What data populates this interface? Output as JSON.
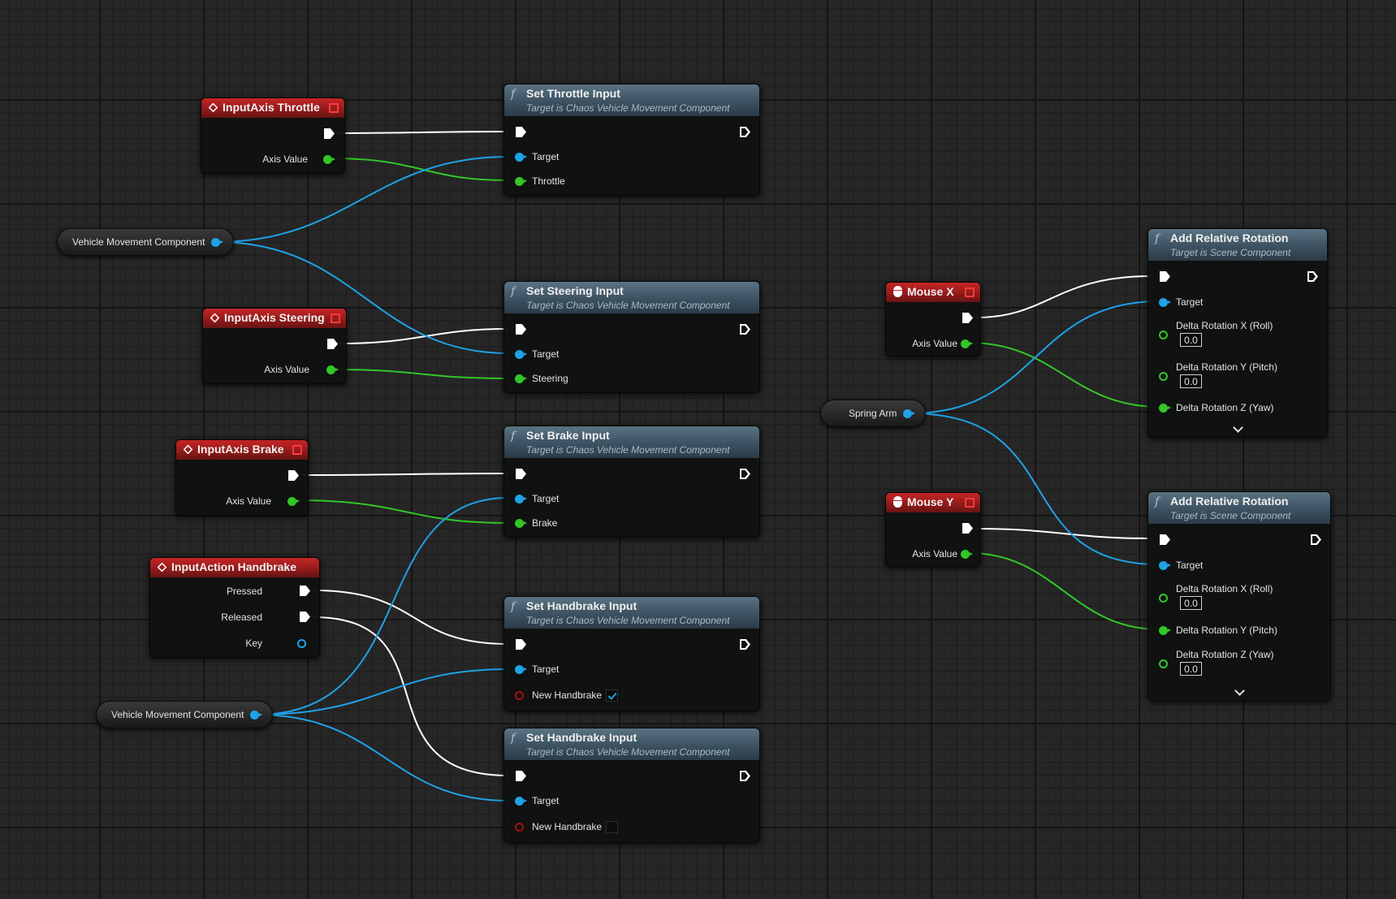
{
  "colors": {
    "exec_wire": "#ffffff",
    "object_pin": "#1fa2e6",
    "float_pin": "#32c628",
    "bool_pin": "#a81010",
    "event_header": "#a81e1e",
    "function_header": "#46606f"
  },
  "events": {
    "throttle": {
      "title": "InputAxis Throttle",
      "axis_label": "Axis Value"
    },
    "steering": {
      "title": "InputAxis Steering",
      "axis_label": "Axis Value"
    },
    "brake": {
      "title": "InputAxis Brake",
      "axis_label": "Axis Value"
    },
    "handbrake": {
      "title": "InputAction Handbrake",
      "pressed": "Pressed",
      "released": "Released",
      "key": "Key"
    },
    "mouse_x": {
      "title": "Mouse X",
      "axis_label": "Axis Value"
    },
    "mouse_y": {
      "title": "Mouse Y",
      "axis_label": "Axis Value"
    }
  },
  "variables": {
    "vmc_top": "Vehicle Movement Component",
    "vmc_bottom": "Vehicle Movement Component",
    "spring_arm": "Spring Arm"
  },
  "functions": {
    "set_throttle": {
      "title": "Set Throttle Input",
      "subtitle": "Target is Chaos Vehicle Movement Component",
      "target": "Target",
      "param": "Throttle"
    },
    "set_steering": {
      "title": "Set Steering Input",
      "subtitle": "Target is Chaos Vehicle Movement Component",
      "target": "Target",
      "param": "Steering"
    },
    "set_brake": {
      "title": "Set Brake Input",
      "subtitle": "Target is Chaos Vehicle Movement Component",
      "target": "Target",
      "param": "Brake"
    },
    "set_handbrake_on": {
      "title": "Set Handbrake Input",
      "subtitle": "Target is Chaos Vehicle Movement Component",
      "target": "Target",
      "param": "New Handbrake",
      "checked": true
    },
    "set_handbrake_off": {
      "title": "Set Handbrake Input",
      "subtitle": "Target is Chaos Vehicle Movement Component",
      "target": "Target",
      "param": "New Handbrake",
      "checked": false
    },
    "add_rot_1": {
      "title": "Add Relative Rotation",
      "subtitle": "Target is Scene Component",
      "target": "Target",
      "roll": "Delta Rotation X (Roll)",
      "roll_val": "0.0",
      "pitch": "Delta Rotation Y (Pitch)",
      "pitch_val": "0.0",
      "yaw": "Delta Rotation Z (Yaw)"
    },
    "add_rot_2": {
      "title": "Add Relative Rotation",
      "subtitle": "Target is Scene Component",
      "target": "Target",
      "roll": "Delta Rotation X (Roll)",
      "roll_val": "0.0",
      "pitch": "Delta Rotation Y (Pitch)",
      "yaw": "Delta Rotation Z (Yaw)",
      "yaw_val": "0.0"
    }
  }
}
